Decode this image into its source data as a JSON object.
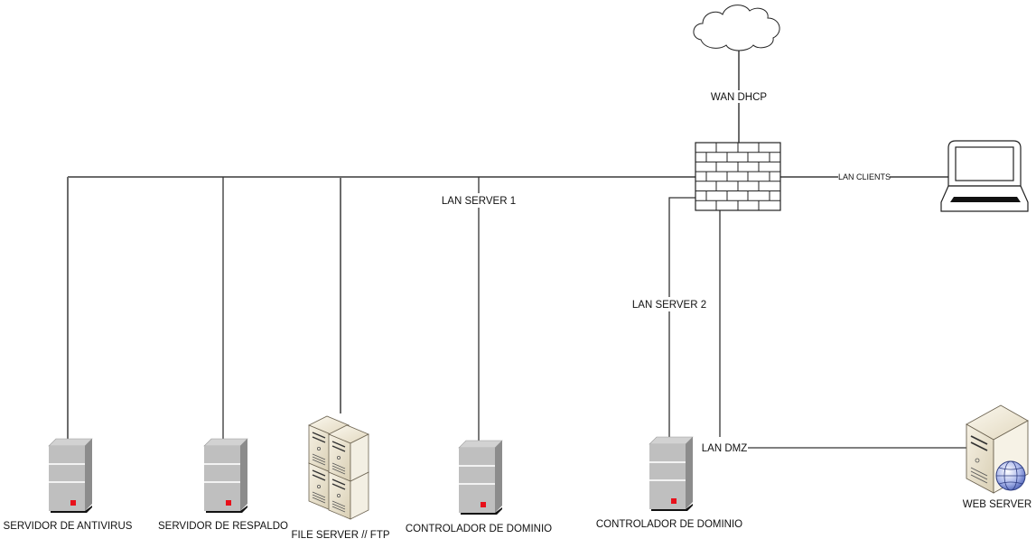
{
  "diagram": {
    "title": "Network topology",
    "cloud": {
      "label": "Internet cloud"
    },
    "links": {
      "wan": "WAN DHCP",
      "lan_clients": "LAN CLIENTS",
      "lan_server_1": "LAN SERVER 1",
      "lan_server_2": "LAN SERVER 2",
      "lan_dmz": "LAN DMZ"
    },
    "firewall": {
      "label": "Firewall"
    },
    "client": {
      "label": "Laptop client"
    },
    "servers": [
      {
        "id": "antivirus",
        "label": "SERVIDOR DE ANTIVIRUS",
        "type": "tower-gray"
      },
      {
        "id": "respaldo",
        "label": "SERVIDOR DE RESPALDO",
        "type": "tower-gray"
      },
      {
        "id": "fileserver",
        "label": "FILE SERVER // FTP",
        "type": "cluster-beige"
      },
      {
        "id": "dc1",
        "label": "CONTROLADOR DE DOMINIO",
        "type": "tower-gray"
      },
      {
        "id": "dc2",
        "label": "CONTROLADOR DE DOMINIO",
        "type": "tower-gray"
      },
      {
        "id": "web",
        "label": "WEB SERVER",
        "type": "tower-beige-globe"
      }
    ],
    "colors": {
      "tower_front": "#c0c0c0",
      "tower_side": "#8a8a8a",
      "tower_top": "#d6d6d6",
      "led": "#e8101a",
      "beige_front": "#ece4cf",
      "beige_side": "#d8cdb0",
      "globe": "#5f74c6"
    }
  }
}
